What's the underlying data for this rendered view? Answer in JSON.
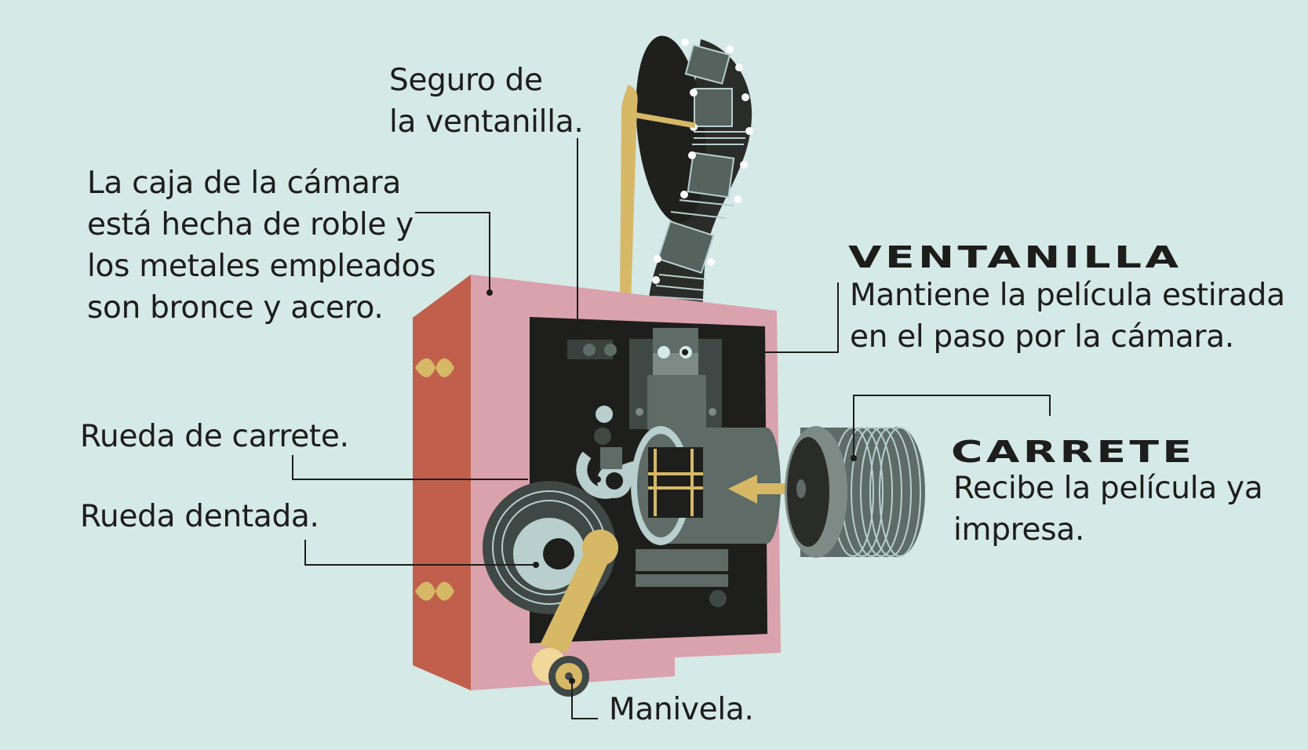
{
  "labels": {
    "seguro": [
      "Seguro de",
      "la ventanilla."
    ],
    "caja": [
      "La caja de la cámara",
      "está hecha de roble y",
      "los metales empleados",
      "son bronce y acero."
    ],
    "ventanilla": {
      "title": "VENTANILLA",
      "lines": [
        "Mantiene la película estirada",
        "en el paso por la cámara."
      ]
    },
    "carrete": {
      "title": "CARRETE",
      "lines": [
        "Recibe la película ya",
        "impresa."
      ]
    },
    "rueda_carrete": "Rueda de carrete.",
    "rueda_dentada": "Rueda dentada.",
    "manivela": "Manivela."
  },
  "colors": {
    "background": "#d5e9e7",
    "box_front": "#d9a2ac",
    "box_side": "#c0604c",
    "panel": "#1e1f1c",
    "metal": "#5e6b66",
    "metal_light": "#b8cfce",
    "brass": "#d6b867"
  }
}
